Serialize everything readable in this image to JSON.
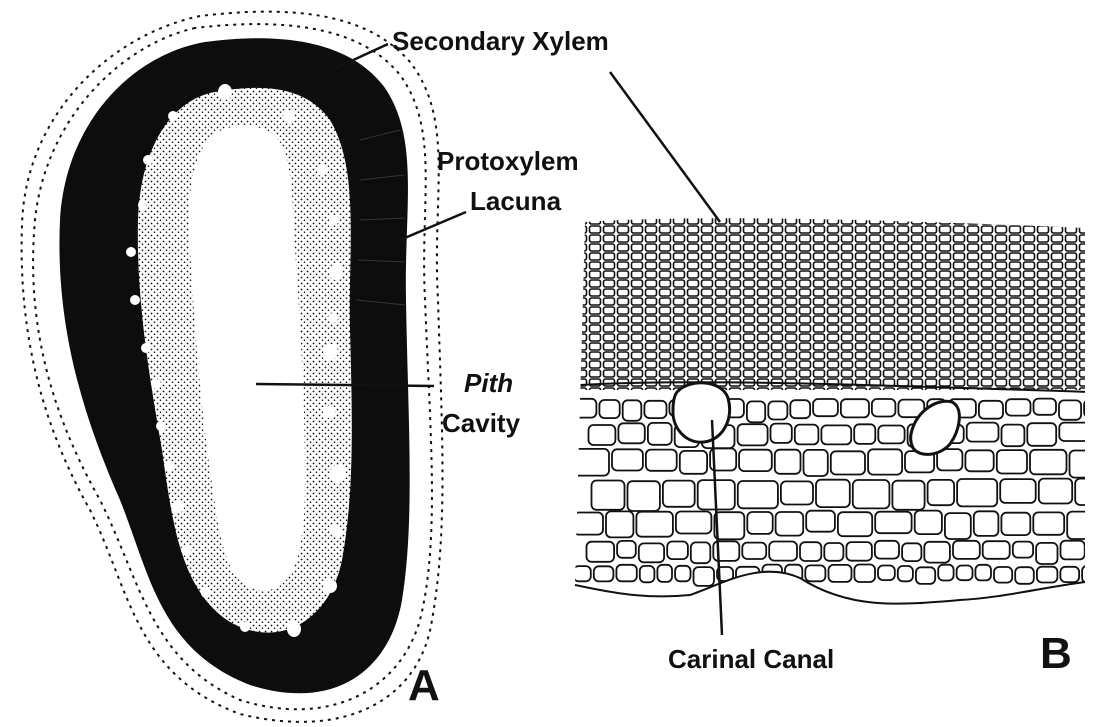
{
  "figure": {
    "labels": {
      "secondary_xylem": "Secondary Xylem",
      "protoxylem_line1": "Protoxylem",
      "protoxylem_line2": "Lacuna",
      "pith_line1": "Pith",
      "pith_line2": "Cavity",
      "carinal_canal": "Carinal Canal",
      "panel_a": "A",
      "panel_b": "B"
    },
    "colors": {
      "ink": "#111111",
      "background": "#ffffff"
    }
  }
}
